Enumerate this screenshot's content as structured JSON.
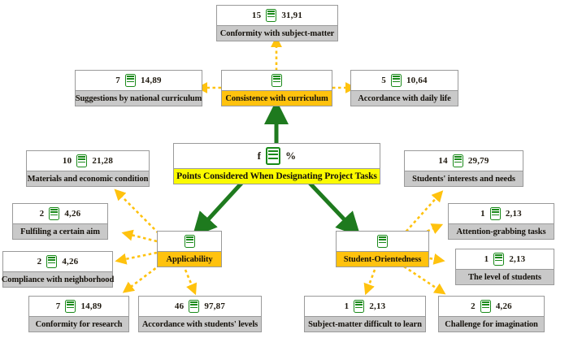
{
  "diagram": {
    "title_node": {
      "freq_label": "f",
      "pct_label": "%",
      "label": "Points Considered When Designating Project Tasks",
      "icon": "list-icon"
    },
    "colors": {
      "root_highlight": "#fbfb00",
      "theme_highlight": "#ffc20e",
      "leaf_label": "#c9c9c9",
      "solid_arrow": "#1e7a1e",
      "dotted_arrow": "#ffc20e"
    },
    "themes": [
      {
        "id": "consistence",
        "label": "Consistence with curriculum",
        "f": "",
        "pct": ""
      },
      {
        "id": "applicability",
        "label": "Applicability",
        "f": "",
        "pct": ""
      },
      {
        "id": "student-orientedness",
        "label": "Student-Orientedness",
        "f": "",
        "pct": ""
      }
    ],
    "leaves": [
      {
        "id": "conformity-subject-matter",
        "label": "Conformity with subject-matter",
        "f": "15",
        "pct": "31,91",
        "parent": "consistence"
      },
      {
        "id": "suggestions-national-curriculum",
        "label": "Suggestions by national curriculum",
        "f": "7",
        "pct": "14,89",
        "parent": "consistence"
      },
      {
        "id": "accordance-daily-life",
        "label": "Accordance with daily life",
        "f": "5",
        "pct": "10,64",
        "parent": "consistence"
      },
      {
        "id": "materials-economic-condition",
        "label": "Materials and economic condition",
        "f": "10",
        "pct": "21,28",
        "parent": "applicability"
      },
      {
        "id": "fulfiling-certain-aim",
        "label": "Fulfiling a certain aim",
        "f": "2",
        "pct": "4,26",
        "parent": "applicability"
      },
      {
        "id": "compliance-neighborhood",
        "label": "Compliance with neighborhood",
        "f": "2",
        "pct": "4,26",
        "parent": "applicability"
      },
      {
        "id": "conformity-for-research",
        "label": "Conformity for research",
        "f": "7",
        "pct": "14,89",
        "parent": "applicability"
      },
      {
        "id": "accordance-students-levels",
        "label": "Accordance with students' levels",
        "f": "46",
        "pct": "97,87",
        "parent": "applicability"
      },
      {
        "id": "students-interests-needs",
        "label": "Students' interests and needs",
        "f": "14",
        "pct": "29,79",
        "parent": "student-orientedness"
      },
      {
        "id": "attention-grabbing-tasks",
        "label": "Attention-grabbing tasks",
        "f": "1",
        "pct": "2,13",
        "parent": "student-orientedness"
      },
      {
        "id": "level-of-students",
        "label": "The level of students",
        "f": "1",
        "pct": "2,13",
        "parent": "student-orientedness"
      },
      {
        "id": "subject-matter-difficult",
        "label": "Subject-matter difficult to learn",
        "f": "1",
        "pct": "2,13",
        "parent": "student-orientedness"
      },
      {
        "id": "challenge-for-imagination",
        "label": "Challenge for imagination",
        "f": "2",
        "pct": "4,26",
        "parent": "student-orientedness"
      }
    ]
  }
}
